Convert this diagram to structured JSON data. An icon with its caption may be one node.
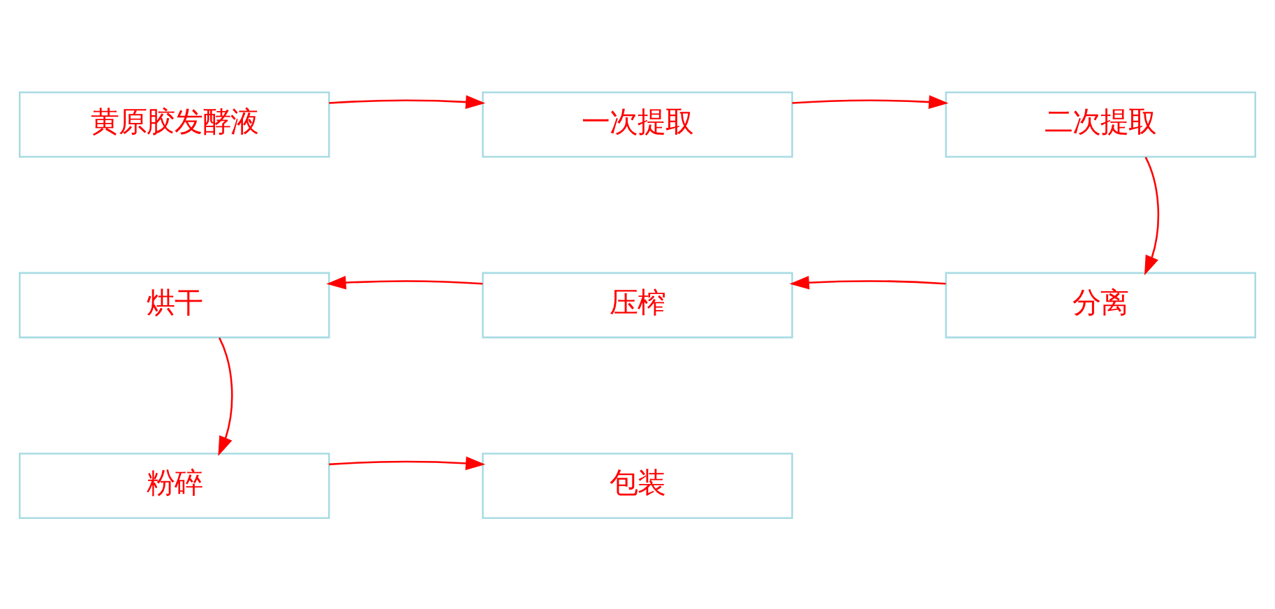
{
  "diagram": {
    "nodes": [
      {
        "text": [
          "黄原胶发酵液"
        ]
      },
      {
        "text": [
          "一次提取"
        ]
      },
      {
        "text": [
          "二次提取"
        ]
      },
      {
        "text": [
          "分离"
        ]
      },
      {
        "text": [
          "压榨"
        ]
      },
      {
        "text": [
          "烘干"
        ]
      },
      {
        "text": [
          "粉碎"
        ]
      },
      {
        "text": [
          "包装"
        ]
      }
    ],
    "edges": [
      {
        "from": 0,
        "to": 1,
        "arrow": "to"
      },
      {
        "from": 1,
        "to": 2,
        "arrow": "to"
      },
      {
        "from": 2,
        "to": 3,
        "arrow": "to"
      },
      {
        "from": 3,
        "to": 4,
        "arrow": "to"
      },
      {
        "from": 4,
        "to": 5,
        "arrow": "to"
      },
      {
        "from": 5,
        "to": 6,
        "arrow": "to"
      },
      {
        "from": 6,
        "to": 7,
        "arrow": "to"
      }
    ]
  }
}
